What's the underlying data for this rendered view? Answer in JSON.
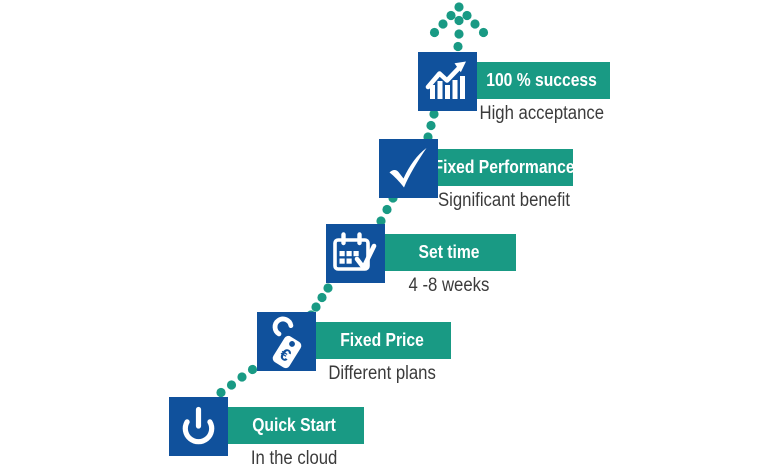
{
  "diagram": {
    "steps": [
      {
        "title": "Quick Start",
        "caption": "In the cloud",
        "icon": "power-icon"
      },
      {
        "title": "Fixed Price",
        "caption": "Different plans",
        "icon": "price-tag-euro-icon"
      },
      {
        "title": "Set time",
        "caption": "4 -8 weeks",
        "icon": "calendar-check-icon"
      },
      {
        "title": "Fixed Performance",
        "caption": "Significant benefit",
        "icon": "check-mark-icon"
      },
      {
        "title": "100 % success",
        "caption": "High acceptance",
        "icon": "growth-chart-icon"
      }
    ]
  },
  "colors": {
    "accent_teal": "#199a84",
    "brand_blue": "#10519c",
    "banner_text": "#ffffff",
    "caption_text": "#3b3b3b"
  }
}
